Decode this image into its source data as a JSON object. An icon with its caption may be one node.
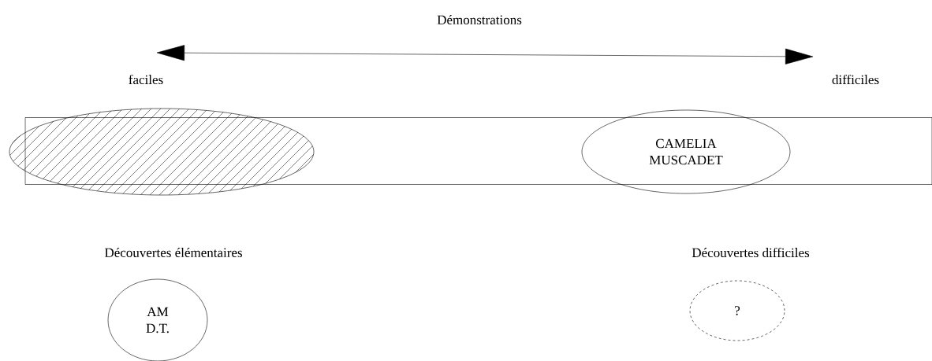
{
  "diagram": {
    "nodes": [
      {
        "text": [],
        "shape": "band"
      },
      {
        "text": [],
        "shape": "ellipse"
      },
      {
        "text": [
          "CAMELIA",
          "MUSCADET"
        ]
      },
      {
        "text": [
          "AM",
          "D.T."
        ]
      },
      {
        "text": [
          "?"
        ]
      }
    ],
    "labels": [
      "Démonstrations",
      "faciles",
      "difficiles",
      "Découvertes élémentaires",
      "Découvertes difficiles"
    ]
  }
}
